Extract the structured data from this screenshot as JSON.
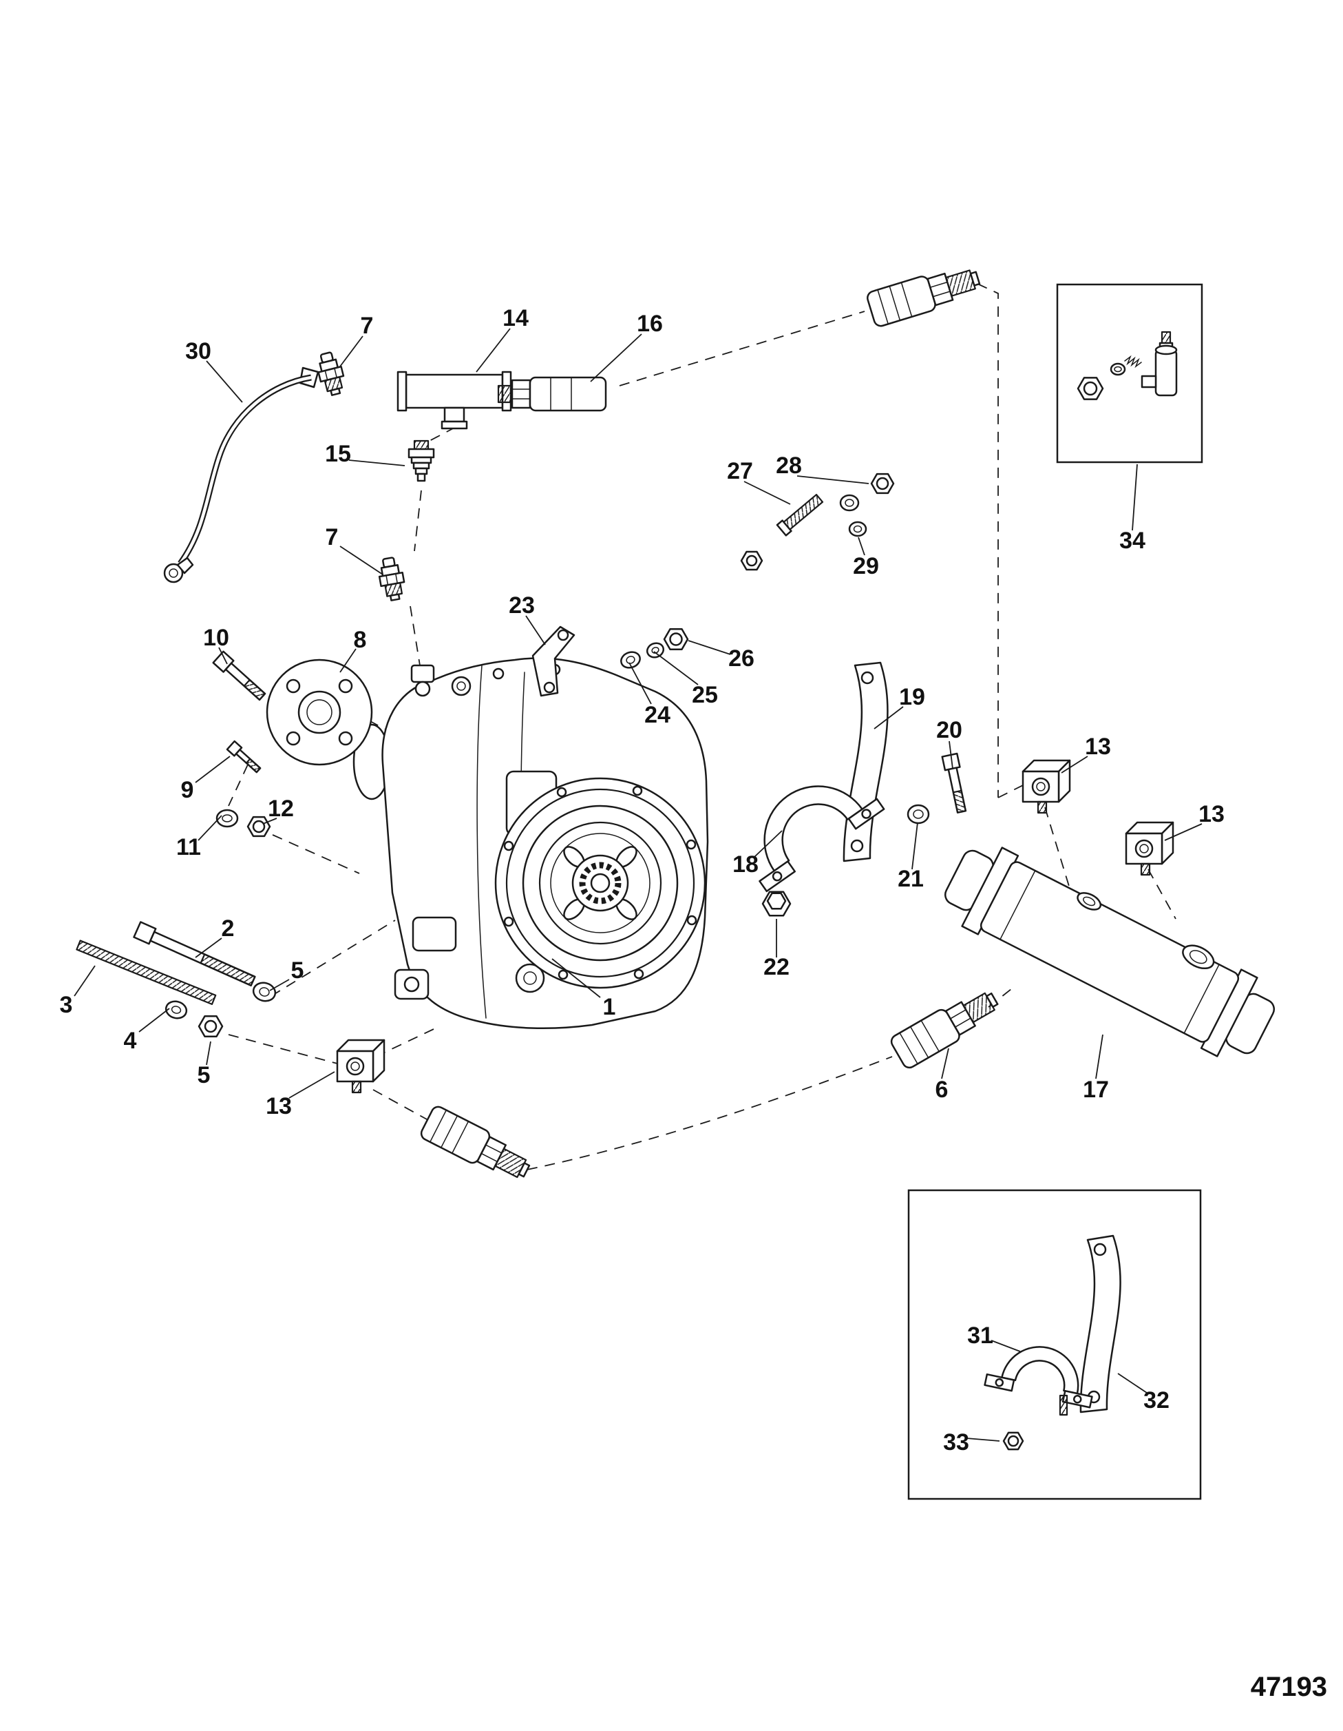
{
  "figure_number": "47193",
  "callouts": {
    "k1": "1",
    "k2": "2",
    "k3": "3",
    "k4": "4",
    "k5a": "5",
    "k5b": "5",
    "k6": "6",
    "k7a": "7",
    "k7b": "7",
    "k8": "8",
    "k9": "9",
    "k10": "10",
    "k11": "11",
    "k12": "12",
    "k13a": "13",
    "k13b": "13",
    "k13c": "13",
    "k14": "14",
    "k15": "15",
    "k16": "16",
    "k17": "17",
    "k18": "18",
    "k19": "19",
    "k20": "20",
    "k21": "21",
    "k22": "22",
    "k23": "23",
    "k24": "24",
    "k25": "25",
    "k26": "26",
    "k27": "27",
    "k28": "28",
    "k29": "29",
    "k30": "30",
    "k31": "31",
    "k32": "32",
    "k33": "33",
    "k34": "34"
  }
}
